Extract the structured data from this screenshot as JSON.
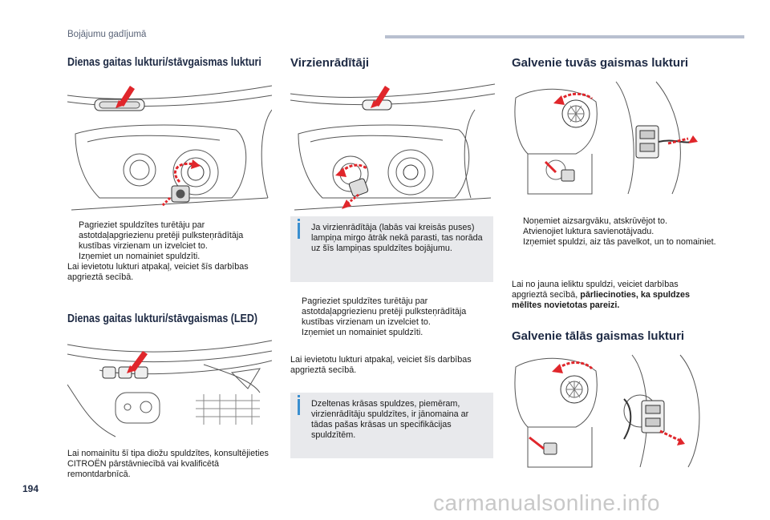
{
  "header": {
    "section": "Bojājumu gadījumā"
  },
  "col1": {
    "title1": "Dienas gaitas lukturi/stāvgaismas lukturi",
    "steps": [
      "Pagrieziet spuldzītes turētāju par astotdaļapgriezienu pretēji pulksteņrādītāja kustības virzienam un izvelciet to.",
      "Izņemiet un nomainiet spuldzīti."
    ],
    "note": "Lai ievietotu lukturi atpakaļ, veiciet šīs darbības apgrieztā secībā.",
    "title2": "Dienas gaitas lukturi/stāvgaismas (LED)",
    "led_note": "Lai nomainītu šī tipa diožu spuldzītes, konsultējieties CITROËN pārstāvniecībā vai kvalificētā remontdarbnīcā."
  },
  "col2": {
    "title": "Virzienrādītāji",
    "info1": "Ja virzienrādītāja (labās vai kreisās puses) lampiņa mirgo ātrāk nekā parasti, tas norāda uz šīs lampiņas spuldzītes bojājumu.",
    "steps": [
      "Pagrieziet spuldzītes turētāju par astotdaļapgriezienu pretēji pulksteņrādītāja kustības virzienam un izvelciet to.",
      "Izņemiet un nomainiet spuldzīti."
    ],
    "note": "Lai ievietotu lukturi atpakaļ, veiciet šīs darbības apgrieztā secībā.",
    "info2": "Dzeltenas krāsas spuldzes, piemēram, virzienrādītāju spuldzītes, ir jānomaina ar tādas pašas krāsas un specifikācijas spuldzītēm."
  },
  "col3": {
    "title1": "Galvenie tuvās gaismas lukturi",
    "steps": [
      "Noņemiet aizsargvāku, atskrūvējot to.",
      "Atvienojiet luktura savienotājvadu.",
      "Izņemiet spuldzi, aiz tās pavelkot, un to nomainiet."
    ],
    "note_lead": "Lai no jauna ieliktu spuldzi, veiciet darbības apgrieztā secībā,",
    "note_bold": "pārliecinoties, ka spuldzes mēlītes novietotas pareizi.",
    "title2": "Galvenie tālās gaismas lukturi"
  },
  "bullet_glyph": "",
  "page": {
    "number": "194"
  },
  "watermark": "carmanualsonline.info",
  "colors": {
    "title": "#1e2a44",
    "accent_red": "#e0262b",
    "info_bg": "#e8e9ec",
    "info_icon": "#3a8fd0"
  }
}
